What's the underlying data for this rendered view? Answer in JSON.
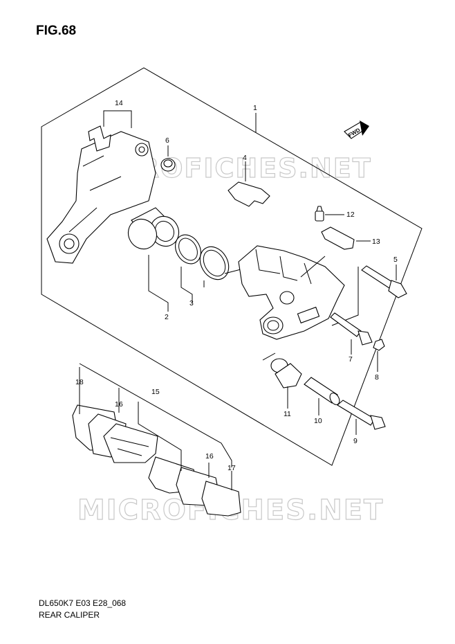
{
  "figure": {
    "title": "FIG.68",
    "diagram_code": "DL650K7 E03 E28_068",
    "diagram_name": "REAR CALIPER",
    "watermark": "MICROFICHES.NET",
    "fwd_label": "FWD"
  },
  "callouts": [
    "1",
    "2",
    "3",
    "4",
    "5",
    "6",
    "7",
    "8",
    "9",
    "10",
    "11",
    "12",
    "13",
    "14",
    "15",
    "16",
    "16",
    "17",
    "18"
  ]
}
